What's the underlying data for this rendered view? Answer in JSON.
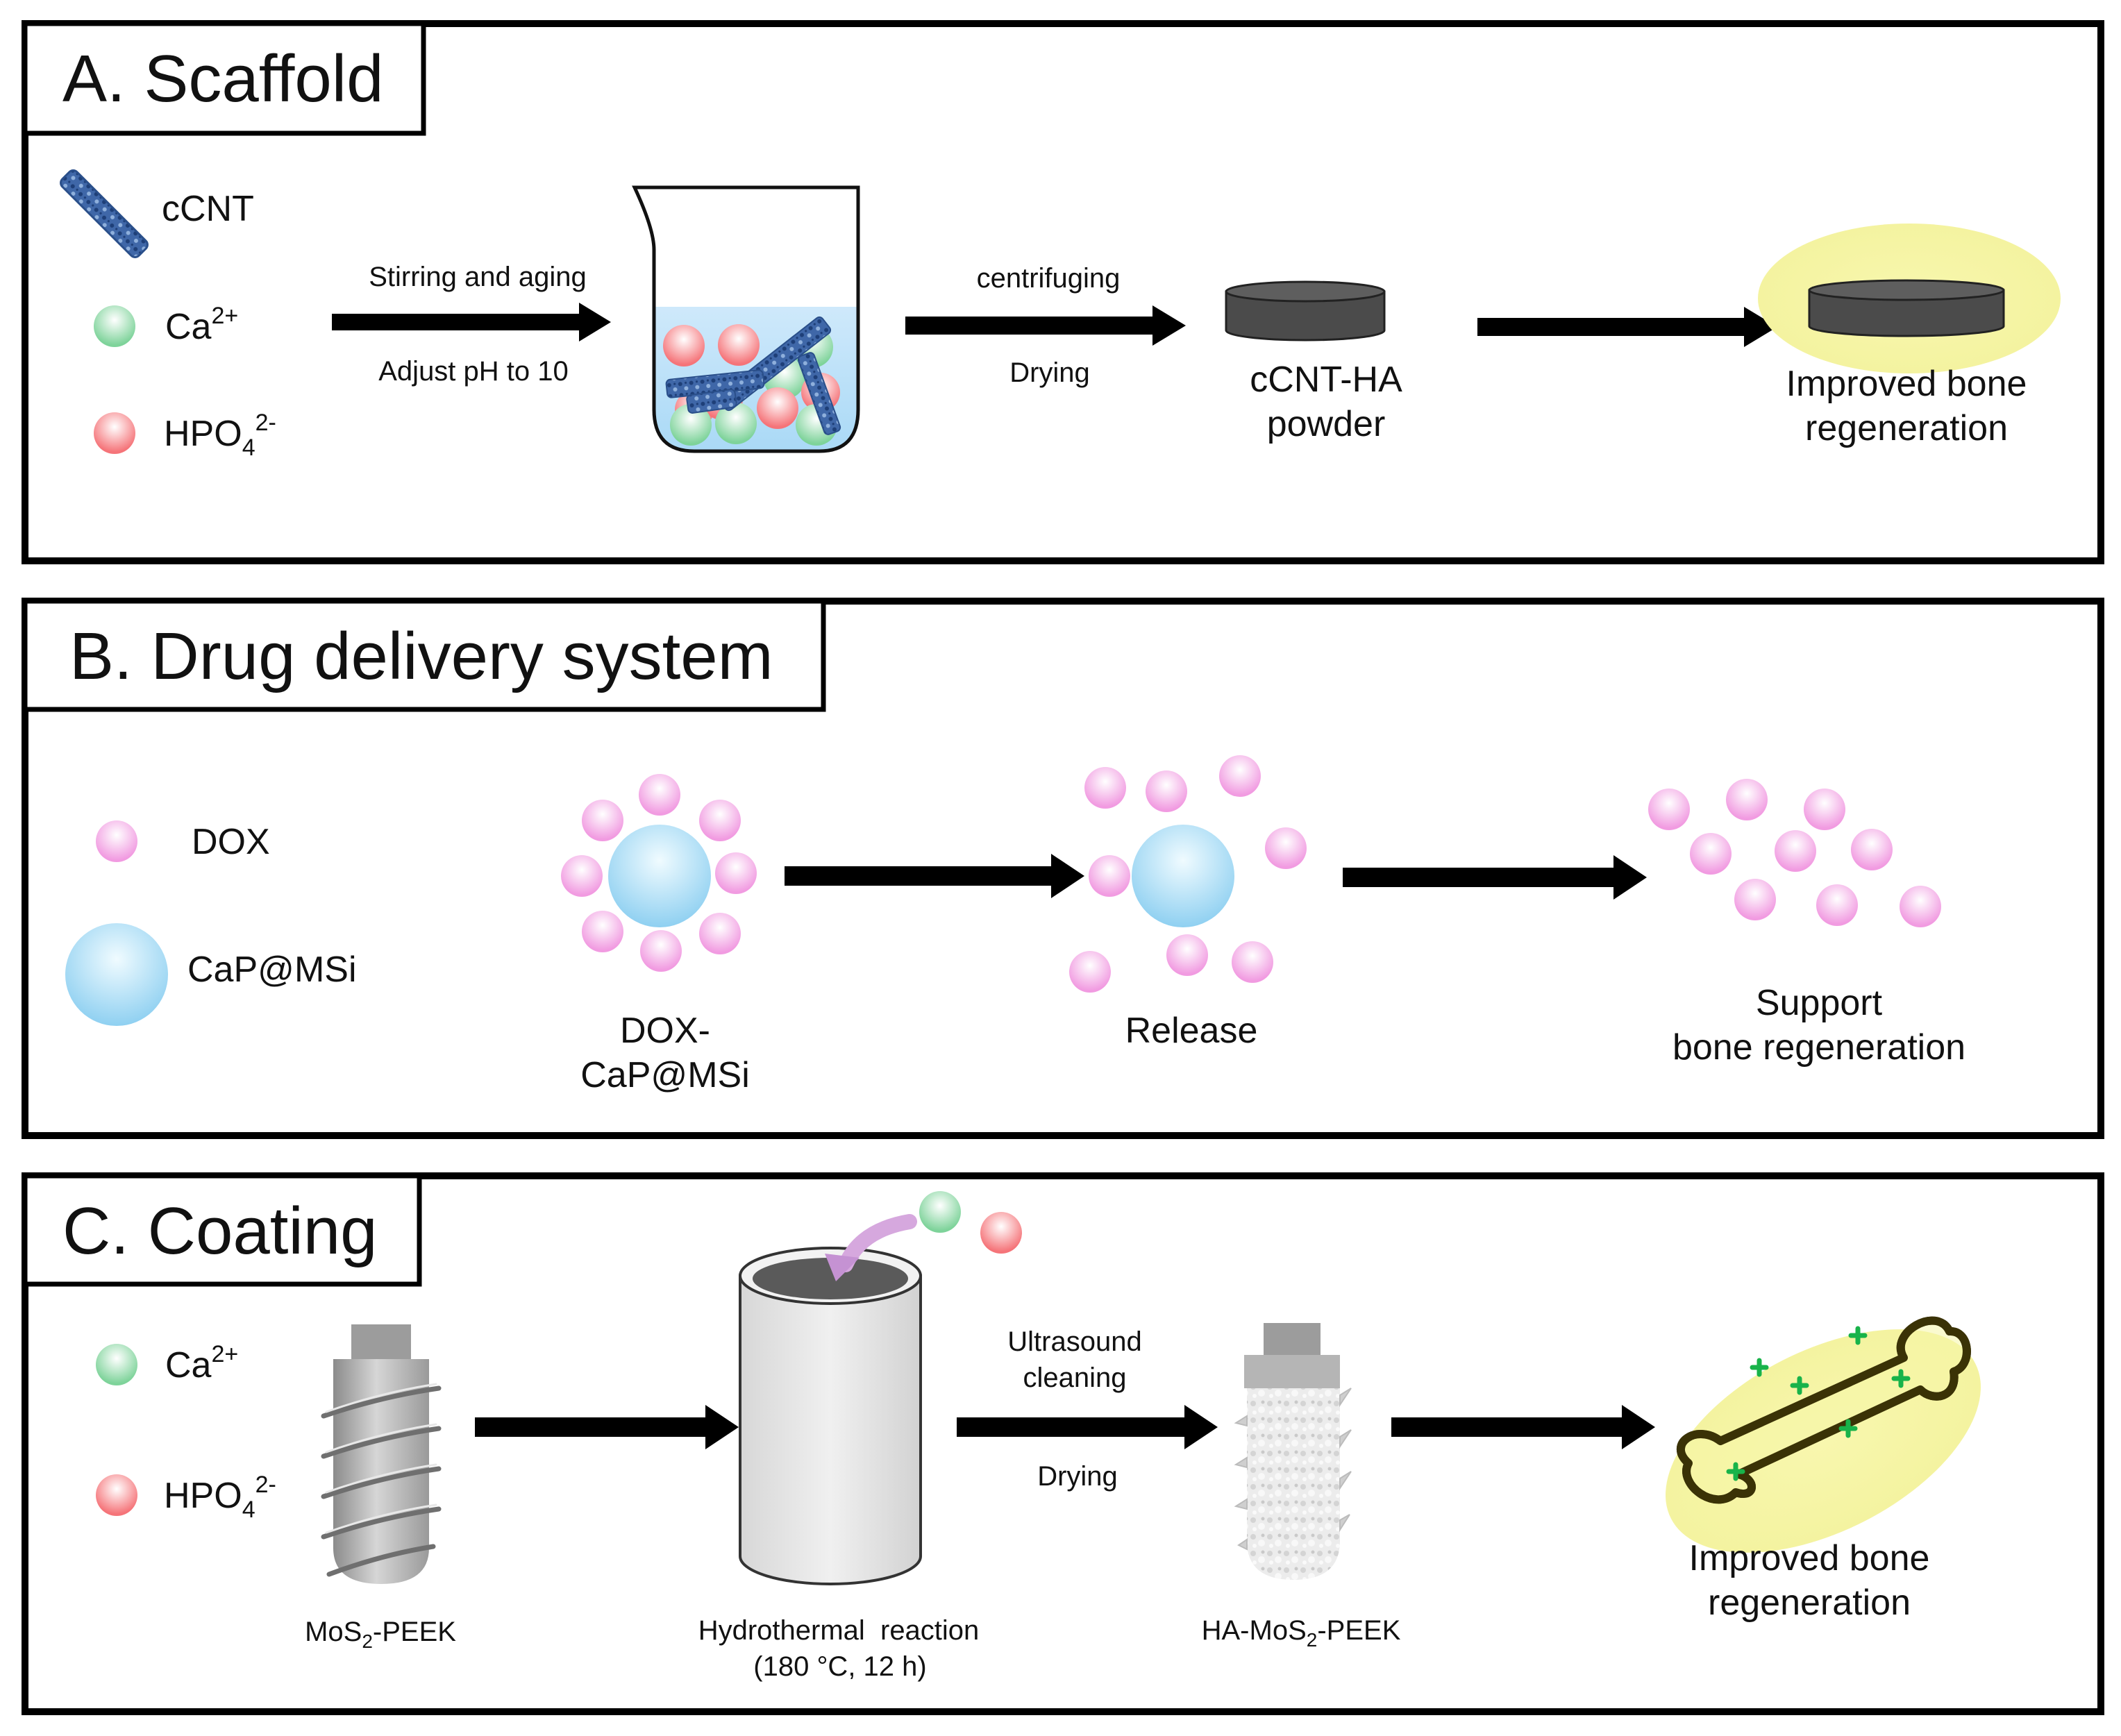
{
  "panel_a": {
    "title": "A. Scaffold",
    "legend": {
      "cnt": "cCNT",
      "ca": "Ca",
      "ca_sup": "2+",
      "hpo": "HPO",
      "hpo_sub": "4",
      "hpo_sup": "2-"
    },
    "step1_top": "Stirring and aging",
    "step1_bottom": "Adjust pH to 10",
    "step2_top": "centrifuging",
    "step2_bottom": "Drying",
    "product_line1": "cCNT-HA",
    "product_line2": "powder",
    "result_line1": "Improved bone",
    "result_line2": "regeneration"
  },
  "panel_b": {
    "title": "B. Drug delivery system",
    "legend": {
      "dox": "DOX",
      "carrier": "CaP@MSi"
    },
    "loaded_line1": "DOX-",
    "loaded_line2": "CaP@MSi",
    "release": "Release",
    "support_line1": "Support",
    "support_line2": "bone regeneration"
  },
  "panel_c": {
    "title": "C. Coating",
    "legend": {
      "ca": "Ca",
      "ca_sup": "2+",
      "hpo": "HPO",
      "hpo_sub": "4",
      "hpo_sup": "2-"
    },
    "implant_pre": "MoS",
    "implant_sub": "2",
    "implant_post": "-PEEK",
    "reactor_line1": "Hydrothermal  reaction",
    "reactor_line2": "(180 °C, 12 h)",
    "step_top1": "Ultrasound",
    "step_top2": "cleaning",
    "step_bottom": "Drying",
    "coated_pre": "HA-MoS",
    "coated_sub": "2",
    "coated_post": "-PEEK",
    "result_line1": "Improved bone",
    "result_line2": "regeneration"
  },
  "colors": {
    "frame": "#000000",
    "ca_ion": "#8fd6a4",
    "hpo_ion": "#f7868a",
    "dox": "#f4a9e6",
    "carrier": "#a8daf4",
    "glow": "#f6f5a8",
    "disc": "#4a4a4a",
    "bone_outline": "#3a3206",
    "plus": "#18b34a"
  }
}
